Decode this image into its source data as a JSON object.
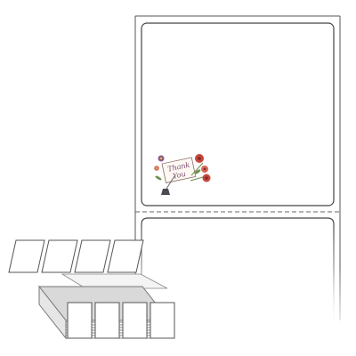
{
  "product": {
    "label_sheet": {
      "label_count_visible": 2,
      "perforation": "dashed",
      "sample_design": {
        "text_line_1": "Thank",
        "text_line_2": "You",
        "flower_colors": [
          "#c8453b",
          "#d96a5c",
          "#8f5a8a"
        ],
        "leaf_color": "#6f8f4e"
      }
    },
    "fanfold_stack": {
      "top_labels_per_row": 4,
      "front_labels_per_row": 4
    }
  }
}
